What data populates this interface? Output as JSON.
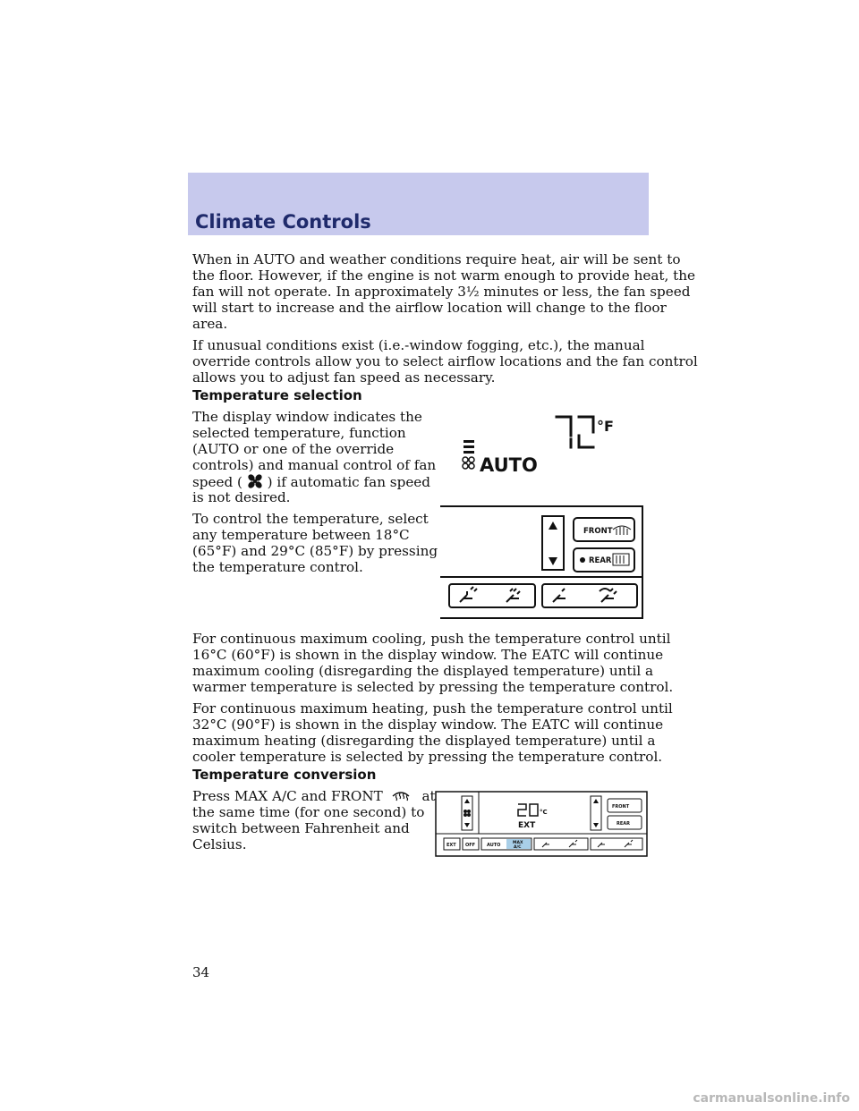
{
  "header": {
    "title": "Climate Controls"
  },
  "paragraphs": {
    "p1": [
      "When in AUTO and weather conditions require heat, air will be sent to",
      "the floor. However, if the engine is not warm enough to provide heat, the",
      "fan will not operate. In approximately 3½ minutes or less, the fan speed",
      "will start to increase and the airflow location will change to the floor",
      "area."
    ],
    "p2": [
      "If unusual conditions exist (i.e.-window fogging, etc.), the manual",
      "override controls allow you to select airflow locations and the fan control",
      "allows you to adjust fan speed as necessary."
    ],
    "h1": "Temperature selection",
    "p3": {
      "lines": [
        "The display window indicates the",
        "selected temperature, function",
        "(AUTO or one of the override",
        "controls) and manual control of fan"
      ],
      "speed_before": "speed (",
      "speed_after": ") if automatic fan speed",
      "last": "is not desired."
    },
    "p4": [
      "To control the temperature, select",
      "any temperature between 18°C",
      "(65°F) and 29°C (85°F) by pressing",
      "the temperature control."
    ],
    "p5": [
      "For continuous maximum cooling, push the temperature control until",
      "16°C (60°F) is shown in the display window. The EATC will continue",
      "maximum cooling (disregarding the displayed temperature) until a",
      "warmer temperature is selected by pressing the temperature control."
    ],
    "p6": [
      "For continuous maximum heating, push the temperature control until",
      "32°C (90°F) is shown in the display window. The EATC will continue",
      "maximum heating (disregarding the displayed temperature) until a",
      "cooler temperature is selected by pressing the temperature control."
    ],
    "h2": "Temperature conversion",
    "p7": {
      "first_before": "Press MAX A/C and FRONT",
      "first_after": "at",
      "lines": [
        "the same time (for one second) to",
        "switch between Fahrenheit and",
        "Celsius."
      ]
    }
  },
  "display": {
    "unit": "°F",
    "mode": "AUTO"
  },
  "control_panel": {
    "front_label": "FRONT",
    "rear_label": "REAR"
  },
  "small_panel": {
    "temp_unit": "°C",
    "ext_label": "EXT",
    "front_label": "FRONT",
    "rear_label": "REAR",
    "btn_ext": "EXT",
    "btn_off": "OFF",
    "btn_auto": "AUTO",
    "btn_max_1": "MAX",
    "btn_max_2": "A/C"
  },
  "colors": {
    "header_band": "#c7c9ed",
    "header_text": "#1f2a6b",
    "max_button": "#a9cfe8"
  },
  "page_number": "34",
  "footer": "carmanualsonline.info"
}
